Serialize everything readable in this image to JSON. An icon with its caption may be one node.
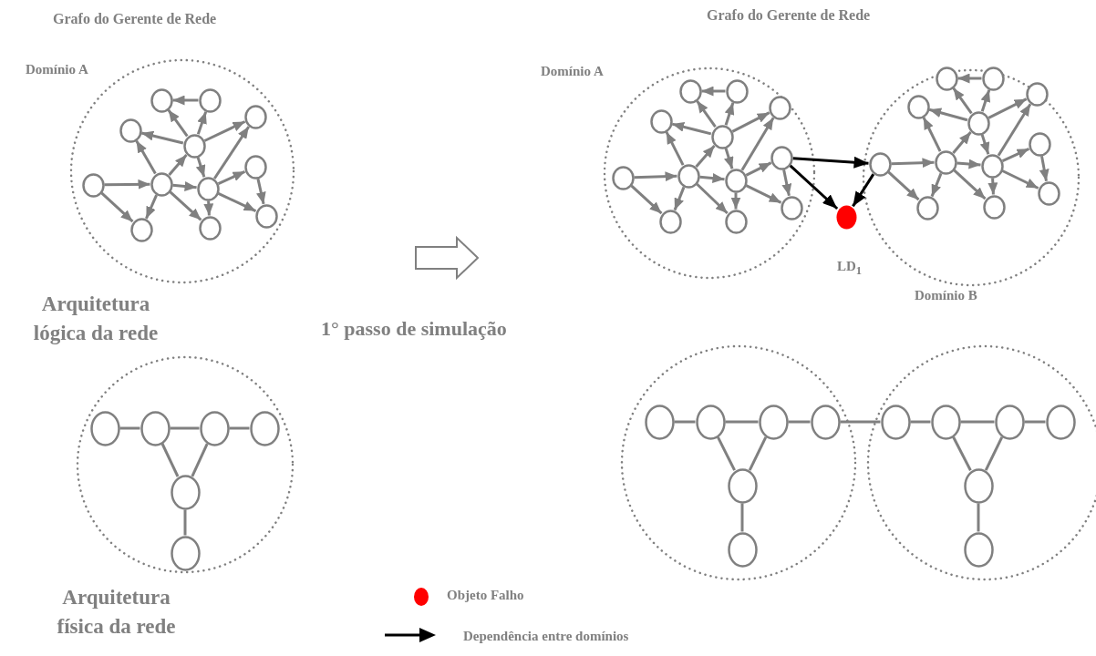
{
  "diagram": {
    "nodes": [
      {
        "text": [
          "Domínio A"
        ]
      },
      {
        "text": [],
        "shape": "circle",
        "in": 0
      },
      {
        "text": [],
        "shape": "circle",
        "in": 0
      },
      {
        "text": [],
        "shape": "circle",
        "in": 0
      },
      {
        "text": [],
        "shape": "circle",
        "in": 0
      },
      {
        "text": [],
        "shape": "circle",
        "in": 0
      },
      {
        "text": [],
        "shape": "circle",
        "in": 0
      },
      {
        "text": [],
        "shape": "circle",
        "in": 0
      },
      {
        "text": [],
        "shape": "circle",
        "in": 0
      },
      {
        "text": [],
        "shape": "circle",
        "in": 0
      },
      {
        "text": [],
        "shape": "circle",
        "in": 0
      },
      {
        "text": [],
        "shape": "circle",
        "in": 0
      },
      {
        "text": [],
        "shape": "circle",
        "in": 0
      },
      {
        "text": [],
        "shape": "circle"
      },
      {
        "text": [],
        "shape": "circle",
        "in": 13
      },
      {
        "text": [],
        "shape": "circle",
        "in": 13
      },
      {
        "text": [],
        "shape": "circle",
        "in": 13
      },
      {
        "text": [],
        "shape": "circle",
        "in": 13
      },
      {
        "text": [],
        "shape": "circle",
        "in": 13
      },
      {
        "text": [],
        "shape": "circle",
        "in": 13
      },
      {
        "text": [
          "Domínio A"
        ]
      },
      {
        "text": [],
        "shape": "circle",
        "in": 20
      },
      {
        "text": [],
        "shape": "circle",
        "in": 20
      },
      {
        "text": [],
        "shape": "circle",
        "in": 20
      },
      {
        "text": [],
        "shape": "circle",
        "in": 20
      },
      {
        "text": [],
        "shape": "circle",
        "in": 20
      },
      {
        "text": [],
        "shape": "circle",
        "in": 20
      },
      {
        "text": [],
        "shape": "circle",
        "in": 20
      },
      {
        "text": [],
        "shape": "circle",
        "in": 20
      },
      {
        "text": [],
        "shape": "circle",
        "in": 20
      },
      {
        "text": [],
        "shape": "circle",
        "in": 20
      },
      {
        "text": [],
        "shape": "circle",
        "in": 20
      },
      {
        "text": [],
        "shape": "circle",
        "in": 20
      },
      {
        "text": [],
        "shape": "circle",
        "beside": [
          "LD$_{1}$"
        ]
      },
      {
        "text": [
          "Domínio B"
        ]
      },
      {
        "text": [],
        "shape": "circle",
        "in": 34
      },
      {
        "text": [],
        "shape": "circle",
        "in": 34
      },
      {
        "text": [],
        "shape": "circle",
        "in": 34
      },
      {
        "text": [],
        "shape": "circle",
        "in": 34
      },
      {
        "text": [],
        "shape": "circle",
        "in": 34
      },
      {
        "text": [],
        "shape": "circle",
        "in": 34
      },
      {
        "text": [],
        "shape": "circle",
        "in": 34
      },
      {
        "text": [],
        "shape": "circle",
        "in": 34
      },
      {
        "text": [],
        "shape": "circle",
        "in": 34
      },
      {
        "text": [],
        "shape": "circle",
        "in": 34
      },
      {
        "text": [],
        "shape": "circle",
        "in": 34
      },
      {
        "text": [],
        "shape": "circle",
        "in": 34
      },
      {
        "text": [],
        "shape": "circle"
      },
      {
        "text": [],
        "shape": "circle",
        "in": 47
      },
      {
        "text": [],
        "shape": "circle",
        "in": 47
      },
      {
        "text": [],
        "shape": "circle",
        "in": 47
      },
      {
        "text": [],
        "shape": "circle",
        "in": 47
      },
      {
        "text": [],
        "shape": "circle",
        "in": 47
      },
      {
        "text": [],
        "shape": "circle",
        "in": 47
      },
      {
        "text": [],
        "shape": "circle"
      },
      {
        "text": [],
        "shape": "circle",
        "in": 54
      },
      {
        "text": [],
        "shape": "circle",
        "in": 54
      },
      {
        "text": [],
        "shape": "circle",
        "in": 54
      },
      {
        "text": [],
        "shape": "circle",
        "in": 54
      },
      {
        "text": [],
        "shape": "circle",
        "in": 54
      },
      {
        "text": [],
        "shape": "circle",
        "in": 54
      }
    ],
    "edges": [
      {
        "from": 2,
        "to": 1,
        "arrow": "to"
      },
      {
        "from": 5,
        "to": 1,
        "arrow": "to"
      },
      {
        "from": 5,
        "to": 2,
        "arrow": "to"
      },
      {
        "from": 5,
        "to": 3,
        "arrow": "to"
      },
      {
        "from": 5,
        "to": 4,
        "arrow": "to"
      },
      {
        "from": 5,
        "to": 8,
        "arrow": "to"
      },
      {
        "from": 7,
        "to": 3,
        "arrow": "to"
      },
      {
        "from": 7,
        "to": 5,
        "arrow": "to"
      },
      {
        "from": 6,
        "to": 7,
        "arrow": "to"
      },
      {
        "from": 6,
        "to": 10,
        "arrow": "to"
      },
      {
        "from": 7,
        "to": 10,
        "arrow": "to"
      },
      {
        "from": 7,
        "to": 8,
        "arrow": "to"
      },
      {
        "from": 7,
        "to": 11,
        "arrow": "to"
      },
      {
        "from": 8,
        "to": 4,
        "arrow": "to"
      },
      {
        "from": 8,
        "to": 9,
        "arrow": "to"
      },
      {
        "from": 8,
        "to": 11,
        "arrow": "to"
      },
      {
        "from": 8,
        "to": 12,
        "arrow": "to"
      },
      {
        "from": 9,
        "to": 12,
        "arrow": "to"
      },
      {
        "from": 14,
        "to": 15,
        "arrow": "none"
      },
      {
        "from": 15,
        "to": 16,
        "arrow": "none"
      },
      {
        "from": 16,
        "to": 17,
        "arrow": "none"
      },
      {
        "from": 15,
        "to": 18,
        "arrow": "none"
      },
      {
        "from": 16,
        "to": 18,
        "arrow": "none"
      },
      {
        "from": 18,
        "to": 19,
        "arrow": "none"
      },
      {
        "from": 22,
        "to": 21,
        "arrow": "to"
      },
      {
        "from": 25,
        "to": 21,
        "arrow": "to"
      },
      {
        "from": 25,
        "to": 22,
        "arrow": "to"
      },
      {
        "from": 25,
        "to": 23,
        "arrow": "to"
      },
      {
        "from": 25,
        "to": 24,
        "arrow": "to"
      },
      {
        "from": 25,
        "to": 28,
        "arrow": "to"
      },
      {
        "from": 27,
        "to": 23,
        "arrow": "to"
      },
      {
        "from": 27,
        "to": 25,
        "arrow": "to"
      },
      {
        "from": 26,
        "to": 27,
        "arrow": "to"
      },
      {
        "from": 26,
        "to": 30,
        "arrow": "to"
      },
      {
        "from": 27,
        "to": 30,
        "arrow": "to"
      },
      {
        "from": 27,
        "to": 28,
        "arrow": "to"
      },
      {
        "from": 27,
        "to": 31,
        "arrow": "to"
      },
      {
        "from": 28,
        "to": 24,
        "arrow": "to"
      },
      {
        "from": 28,
        "to": 29,
        "arrow": "to"
      },
      {
        "from": 28,
        "to": 31,
        "arrow": "to"
      },
      {
        "from": 28,
        "to": 32,
        "arrow": "to"
      },
      {
        "from": 29,
        "to": 32,
        "arrow": "to"
      },
      {
        "from": 29,
        "to": 40,
        "arrow": "to",
        "color": "#000000"
      },
      {
        "from": 29,
        "to": 33,
        "arrow": "to",
        "color": "#000000"
      },
      {
        "from": 40,
        "to": 33,
        "arrow": "to",
        "color": "#000000"
      },
      {
        "from": 36,
        "to": 35,
        "arrow": "to"
      },
      {
        "from": 39,
        "to": 35,
        "arrow": "to"
      },
      {
        "from": 39,
        "to": 36,
        "arrow": "to"
      },
      {
        "from": 39,
        "to": 37,
        "arrow": "to"
      },
      {
        "from": 39,
        "to": 38,
        "arrow": "to"
      },
      {
        "from": 39,
        "to": 42,
        "arrow": "to"
      },
      {
        "from": 41,
        "to": 37,
        "arrow": "to"
      },
      {
        "from": 41,
        "to": 39,
        "arrow": "to"
      },
      {
        "from": 40,
        "to": 41,
        "arrow": "to"
      },
      {
        "from": 40,
        "to": 44,
        "arrow": "to"
      },
      {
        "from": 41,
        "to": 44,
        "arrow": "to"
      },
      {
        "from": 41,
        "to": 42,
        "arrow": "to"
      },
      {
        "from": 41,
        "to": 45,
        "arrow": "to"
      },
      {
        "from": 42,
        "to": 38,
        "arrow": "to"
      },
      {
        "from": 42,
        "to": 43,
        "arrow": "to"
      },
      {
        "from": 42,
        "to": 45,
        "arrow": "to"
      },
      {
        "from": 42,
        "to": 46,
        "arrow": "to"
      },
      {
        "from": 43,
        "to": 46,
        "arrow": "to"
      },
      {
        "from": 48,
        "to": 49,
        "arrow": "none"
      },
      {
        "from": 49,
        "to": 50,
        "arrow": "none"
      },
      {
        "from": 50,
        "to": 51,
        "arrow": "none"
      },
      {
        "from": 49,
        "to": 52,
        "arrow": "none"
      },
      {
        "from": 50,
        "to": 52,
        "arrow": "none"
      },
      {
        "from": 52,
        "to": 53,
        "arrow": "none"
      },
      {
        "from": 51,
        "to": 55,
        "arrow": "none"
      },
      {
        "from": 55,
        "to": 56,
        "arrow": "none"
      },
      {
        "from": 56,
        "to": 57,
        "arrow": "none"
      },
      {
        "from": 57,
        "to": 58,
        "arrow": "none"
      },
      {
        "from": 56,
        "to": 59,
        "arrow": "none"
      },
      {
        "from": 57,
        "to": 59,
        "arrow": "none"
      },
      {
        "from": 59,
        "to": 60,
        "arrow": "none"
      }
    ],
    "labels": [
      "Grafo do Gerente de Rede",
      "Grafo do Gerente de Rede",
      "Arquitetura lógica da rede",
      "1° passo de simulação",
      "Arquitetura física da rede"
    ],
    "legend": [
      {
        "text": "Objeto Falho",
        "color": "#ff0000"
      },
      {
        "text": "Dependência entre domínios"
      }
    ]
  }
}
